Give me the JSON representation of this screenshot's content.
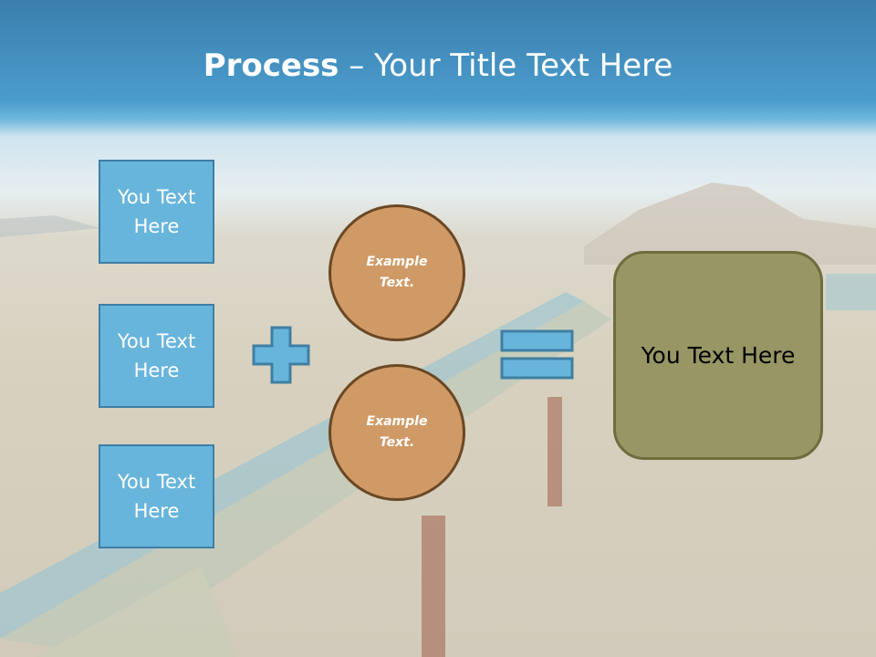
{
  "title": {
    "bold": "Process",
    "rest": " – Your Title Text Here"
  },
  "inputs": [
    {
      "text": "You Text Here"
    },
    {
      "text": "You Text Here"
    },
    {
      "text": "You Text Here"
    }
  ],
  "circles": [
    {
      "text": "Example Text."
    },
    {
      "text": "Example Text."
    }
  ],
  "result": {
    "text": "You Text Here"
  },
  "colors": {
    "box": "#68b5dc",
    "box_border": "#3f7fa3",
    "circle": "#d09a66",
    "circle_border": "#6b4824",
    "result": "#979664",
    "result_border": "#6d6d3e"
  }
}
